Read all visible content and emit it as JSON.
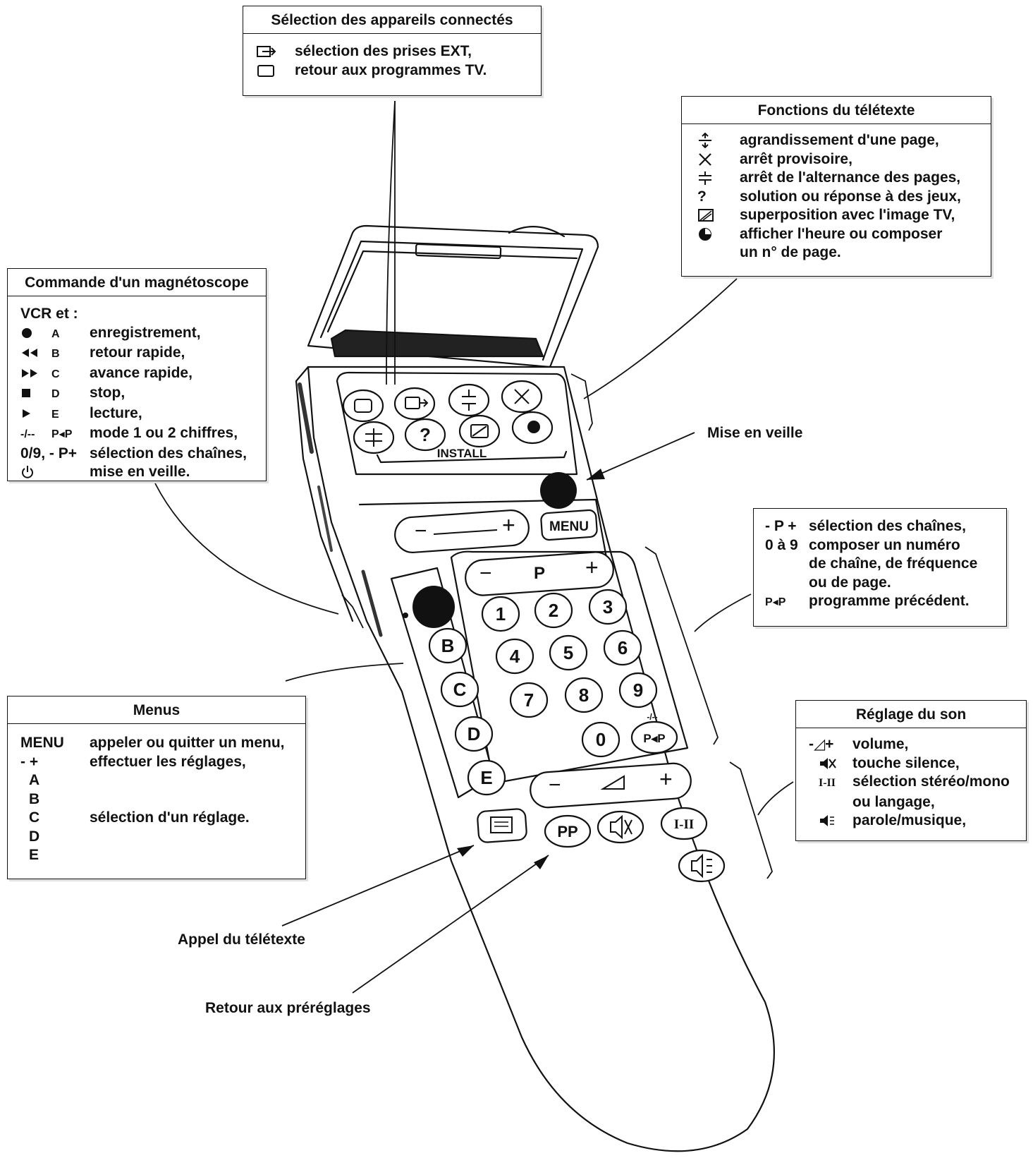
{
  "boxes": {
    "connected": {
      "title": "Sélection des appareils connectés",
      "rows": [
        {
          "icon": "ext-input-icon",
          "text": "sélection des prises EXT,"
        },
        {
          "icon": "tv-square-icon",
          "text": "retour aux programmes TV."
        }
      ]
    },
    "teletext": {
      "title": "Fonctions du télétexte",
      "rows": [
        {
          "icon": "enlarge-icon",
          "sym": "",
          "text": "agrandissement d'une page,"
        },
        {
          "icon": "cross-icon",
          "sym": "",
          "text": "arrêt provisoire,"
        },
        {
          "icon": "hold-icon",
          "sym": "",
          "text": "arrêt de l'alternance des pages,"
        },
        {
          "icon": "reveal-icon",
          "sym": "?",
          "text": "solution ou réponse à des jeux,"
        },
        {
          "icon": "mix-icon",
          "sym": "",
          "text": "superposition avec l'image TV,"
        },
        {
          "icon": "clock-icon",
          "sym": "",
          "text": "afficher l'heure ou composer"
        },
        {
          "icon": "",
          "sym": "",
          "text": "un n° de page."
        }
      ]
    },
    "vcr": {
      "title": "Commande d'un magnétoscope",
      "intro": "VCR et :",
      "rows": [
        {
          "icon": "record-dot-icon",
          "sym": "",
          "key": "A",
          "text": "enregistrement,"
        },
        {
          "icon": "rewind-icon",
          "sym": "",
          "key": "B",
          "text": "retour rapide,"
        },
        {
          "icon": "fast-forward-icon",
          "sym": "",
          "key": "C",
          "text": "avance rapide,"
        },
        {
          "icon": "stop-square-icon",
          "sym": "",
          "key": "D",
          "text": "stop,"
        },
        {
          "icon": "play-triangle-icon",
          "sym": "",
          "key": "E",
          "text": "lecture,"
        },
        {
          "icon": "",
          "sym": "-/--",
          "key": "P◂P",
          "text": "mode 1 ou 2 chiffres,"
        },
        {
          "icon": "",
          "sym": "0/9, - P+",
          "key": "",
          "text": "sélection des chaînes,"
        },
        {
          "icon": "power-icon",
          "sym": "",
          "key": "",
          "text": "mise en veille."
        }
      ]
    },
    "channels": {
      "rows": [
        {
          "sym": "- P +",
          "text": "sélection des chaînes,"
        },
        {
          "sym": "0 à 9",
          "text": "composer un numéro"
        },
        {
          "sym": "",
          "text": "de chaîne, de fréquence"
        },
        {
          "sym": "",
          "text": "ou de page."
        },
        {
          "sym": "P◂P",
          "text": "programme précédent."
        }
      ]
    },
    "menus": {
      "title": "Menus",
      "rows": [
        {
          "sym": "MENU",
          "text": "appeler ou quitter un menu,"
        },
        {
          "sym": "-  +",
          "text": "effectuer les réglages,"
        },
        {
          "sym": "A",
          "text": ""
        },
        {
          "sym": "B",
          "text": ""
        },
        {
          "sym": "C",
          "text": "sélection d'un réglage."
        },
        {
          "sym": "D",
          "text": ""
        },
        {
          "sym": "E",
          "text": ""
        }
      ]
    },
    "sound": {
      "title": "Réglage du son",
      "rows": [
        {
          "icon": "volume-icon",
          "sym": "-◿+",
          "text": "volume,"
        },
        {
          "icon": "mute-icon",
          "sym": "",
          "text": "touche silence,"
        },
        {
          "icon": "",
          "sym": "I-II",
          "text": "sélection stéréo/mono"
        },
        {
          "icon": "",
          "sym": "",
          "text": "ou langage,"
        },
        {
          "icon": "speech-music-icon",
          "sym": "",
          "text": "parole/musique,"
        }
      ]
    }
  },
  "labels": {
    "standby": "Mise en veille",
    "teletext_call": "Appel du télétexte",
    "presets": "Retour aux préréglages"
  },
  "remote": {
    "install": "INSTALL",
    "menu": "MENU",
    "prog": "P",
    "minus": "−",
    "plus": "+",
    "vcr_keys": [
      "B",
      "C",
      "D",
      "E"
    ],
    "digits": [
      "1",
      "2",
      "3",
      "4",
      "5",
      "6",
      "7",
      "8",
      "9",
      "0"
    ],
    "pp_prev": "P◂P",
    "pp_prev_top": "-/--",
    "pp": "PP",
    "stereo": "I-II"
  }
}
